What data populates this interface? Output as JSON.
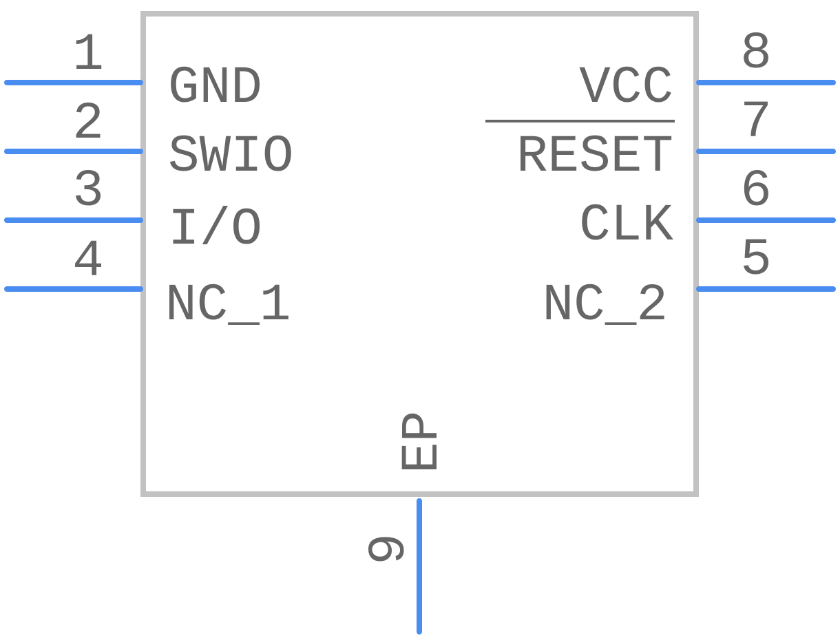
{
  "colors": {
    "pin_line": "#4a8df0",
    "body_outline": "#c2c2c2",
    "text": "#666666"
  },
  "component": {
    "pins": [
      {
        "number": "1",
        "name": "GND",
        "side": "left",
        "overbar": false
      },
      {
        "number": "2",
        "name": "SWIO",
        "side": "left",
        "overbar": false
      },
      {
        "number": "3",
        "name": "I/O",
        "side": "left",
        "overbar": false
      },
      {
        "number": "4",
        "name": "NC_1",
        "side": "left",
        "overbar": false
      },
      {
        "number": "8",
        "name": "VCC",
        "side": "right",
        "overbar": false
      },
      {
        "number": "7",
        "name": "RESET",
        "side": "right",
        "overbar": true
      },
      {
        "number": "6",
        "name": "CLK",
        "side": "right",
        "overbar": false
      },
      {
        "number": "5",
        "name": "NC_2",
        "side": "right",
        "overbar": false
      },
      {
        "number": "9",
        "name": "EP",
        "side": "bottom",
        "overbar": false
      }
    ]
  }
}
